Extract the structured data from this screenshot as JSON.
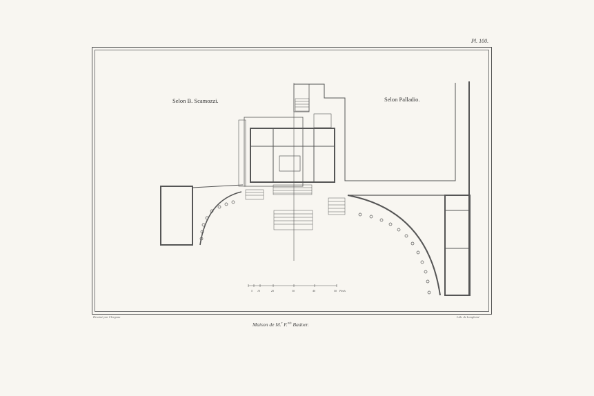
{
  "plate": {
    "number": "Pl. 100."
  },
  "labels": {
    "left": "Selon B. Scamozzi.",
    "right": "Selon Palladio."
  },
  "credits": {
    "left": "Dessiné par Clergeau",
    "right": "Lith. de Langlumé"
  },
  "caption": {
    "prefix": "Maison de M.",
    "superscript": "r",
    "middle": " F.",
    "superscript2": "ois",
    "suffix": " Badoer."
  },
  "scale": {
    "ticks": [
      "5",
      "10",
      "20",
      "30",
      "40",
      "50"
    ],
    "unit": "Pieds"
  },
  "colors": {
    "ink": "#555555",
    "paper": "#f8f6f1"
  }
}
